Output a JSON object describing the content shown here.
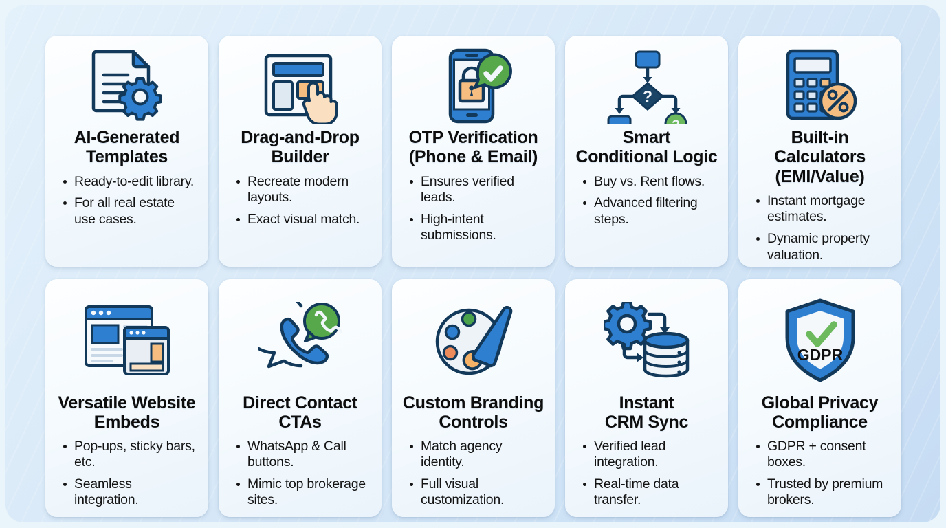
{
  "background": {
    "outer_color": "#eaf4fb",
    "panel_gradient_from": "#e3f1fb",
    "panel_gradient_to": "#c6dcf3"
  },
  "palette": {
    "blue": "#2f7fd1",
    "dark_blue": "#17405e",
    "deep_navy": "#13395a",
    "green": "#4caf50",
    "green_soft": "#6cba5d",
    "orange": "#f2b06a",
    "orange_soft": "#f8c98f",
    "text": "#0d0d0d"
  },
  "cards": [
    {
      "id": "ai-generated-templates",
      "icon": "document-gear-icon",
      "title": "AI-Generated Templates",
      "title_lines": [
        "AI-Generated",
        "Templates"
      ],
      "bullets": [
        "Ready-to-edit library.",
        "For all real estate use cases."
      ]
    },
    {
      "id": "drag-and-drop-builder",
      "icon": "drag-drop-layout-cursor-icon",
      "title": "Drag-and-Drop Builder",
      "title_lines": [
        "Drag-and-Drop",
        "Builder"
      ],
      "bullets": [
        "Recreate modern layouts.",
        "Exact visual match."
      ]
    },
    {
      "id": "otp-verification",
      "icon": "phone-lock-verified-icon",
      "title": "OTP Verification (Phone & Email)",
      "title_lines": [
        "OTP Verification",
        "(Phone & Email)"
      ],
      "bullets": [
        "Ensures verified leads.",
        "High-intent submissions."
      ]
    },
    {
      "id": "smart-conditional-logic",
      "icon": "flowchart-branch-icon",
      "title": "Smart Conditional Logic",
      "title_lines": [
        "Smart",
        "Conditional Logic"
      ],
      "bullets": [
        "Buy vs. Rent flows.",
        "Advanced filtering steps."
      ]
    },
    {
      "id": "built-in-calculators",
      "icon": "calculator-percent-icon",
      "title": "Built-in Calculators (EMI/Value)",
      "title_lines": [
        "Built-in Calculators",
        "(EMI/Value)"
      ],
      "bullets": [
        "Instant mortgage estimates.",
        "Dynamic property valuation."
      ]
    },
    {
      "id": "versatile-website-embeds",
      "icon": "browser-windows-icon",
      "title": "Versatile Website Embeds",
      "title_lines": [
        "Versatile Website",
        "Embeds"
      ],
      "bullets": [
        "Pop-ups, sticky bars, etc.",
        "Seamless integration."
      ]
    },
    {
      "id": "direct-contact-ctas",
      "icon": "phone-whatsapp-chat-icon",
      "title": "Direct Contact CTAs",
      "title_lines": [
        "Direct Contact",
        "CTAs"
      ],
      "bullets": [
        "WhatsApp & Call buttons.",
        "Mimic top brokerage sites."
      ]
    },
    {
      "id": "custom-branding-controls",
      "icon": "palette-brush-icon",
      "title": "Custom Branding Controls",
      "title_lines": [
        "Custom Branding",
        "Controls"
      ],
      "bullets": [
        "Match agency identity.",
        "Full visual customization."
      ]
    },
    {
      "id": "instant-crm-sync",
      "icon": "gear-database-sync-icon",
      "title": "Instant CRM Sync",
      "title_lines": [
        "Instant",
        "CRM Sync"
      ],
      "bullets": [
        "Verified lead integration.",
        "Real-time data transfer."
      ]
    },
    {
      "id": "global-privacy-compliance",
      "icon": "gdpr-shield-check-icon",
      "title": "Global Privacy Compliance",
      "title_lines": [
        "Global Privacy",
        "Compliance"
      ],
      "bullets": [
        "GDPR + consent boxes.",
        "Trusted by premium brokers."
      ],
      "icon_label": "GDPR"
    }
  ]
}
